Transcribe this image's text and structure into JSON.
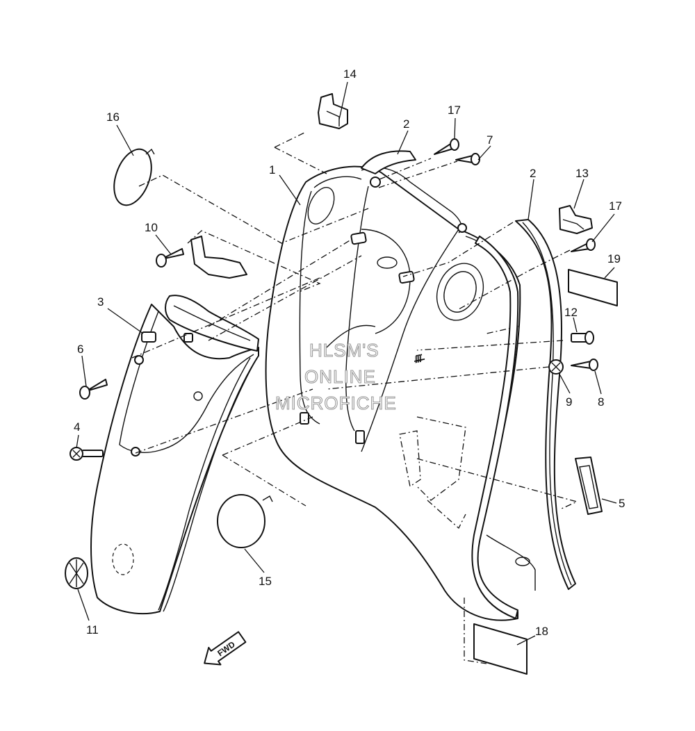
{
  "watermark": [
    "HLSM'S",
    "ONLINE",
    "MICROFICHE"
  ],
  "fwd_label": "FWD",
  "callouts": [
    "1",
    "2",
    "2",
    "3",
    "4",
    "5",
    "6",
    "7",
    "8",
    "9",
    "10",
    "11",
    "12",
    "13",
    "14",
    "15",
    "16",
    "17",
    "17",
    "18",
    "19"
  ]
}
